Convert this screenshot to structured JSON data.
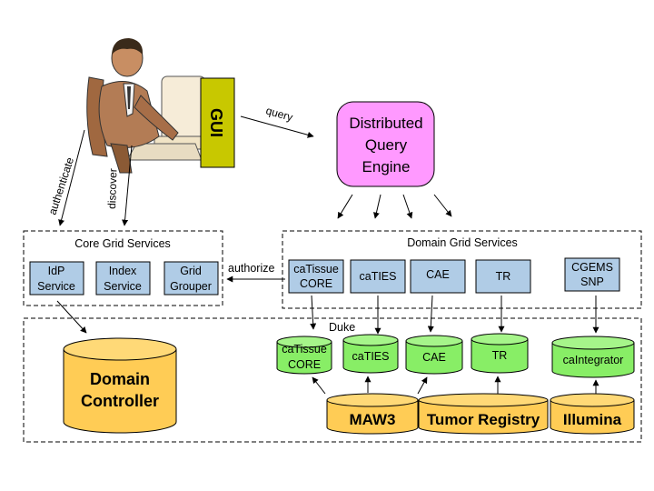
{
  "gui": {
    "label": "GUI"
  },
  "edges": {
    "query": "query",
    "authenticate": "authenticate",
    "discover": "discover",
    "authorize": "authorize"
  },
  "dqe": {
    "line1": "Distributed",
    "line2": "Query",
    "line3": "Engine"
  },
  "core": {
    "title": "Core Grid Services",
    "idp": {
      "line1": "IdP",
      "line2": "Service"
    },
    "index": {
      "line1": "Index",
      "line2": "Service"
    },
    "grouper": {
      "line1": "Grid",
      "line2": "Grouper"
    }
  },
  "domain_services": {
    "title": "Domain Grid Services",
    "catissue": {
      "line1": "caTissue",
      "line2": "CORE"
    },
    "caties": "caTIES",
    "cae": "CAE",
    "tr": "TR",
    "cgems": {
      "line1": "CGEMS",
      "line2": "SNP"
    }
  },
  "duke": {
    "label": "Duke"
  },
  "controller": {
    "line1": "Domain",
    "line2": "Controller"
  },
  "dbs": {
    "catissue": {
      "line1": "caTissue",
      "line2": "CORE"
    },
    "caties": "caTIES",
    "cae": "CAE",
    "tr": "TR",
    "caintegrator": "caIntegrator"
  },
  "sources": {
    "maw3": "MAW3",
    "tumor": "Tumor Registry",
    "illumina": "Illumina"
  },
  "colors": {
    "gui": "#c8c800",
    "dqe": "#ff99ff",
    "service_box": "#b0cce6",
    "green_db": "#88ee66",
    "orange_db": "#ffcc55"
  }
}
